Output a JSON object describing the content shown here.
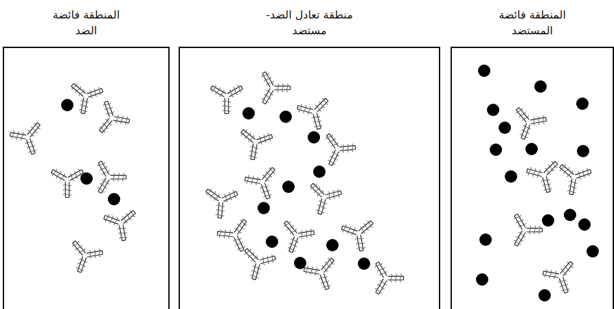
{
  "diagram": {
    "nodes": [
      {
        "text": [
          "المنطقة فائضة المستضد"
        ]
      },
      {
        "text": [
          "منطقة تعادل الضد-مستضد"
        ]
      },
      {
        "text": [
          "المنطقة فائضة الضد"
        ]
      }
    ]
  }
}
